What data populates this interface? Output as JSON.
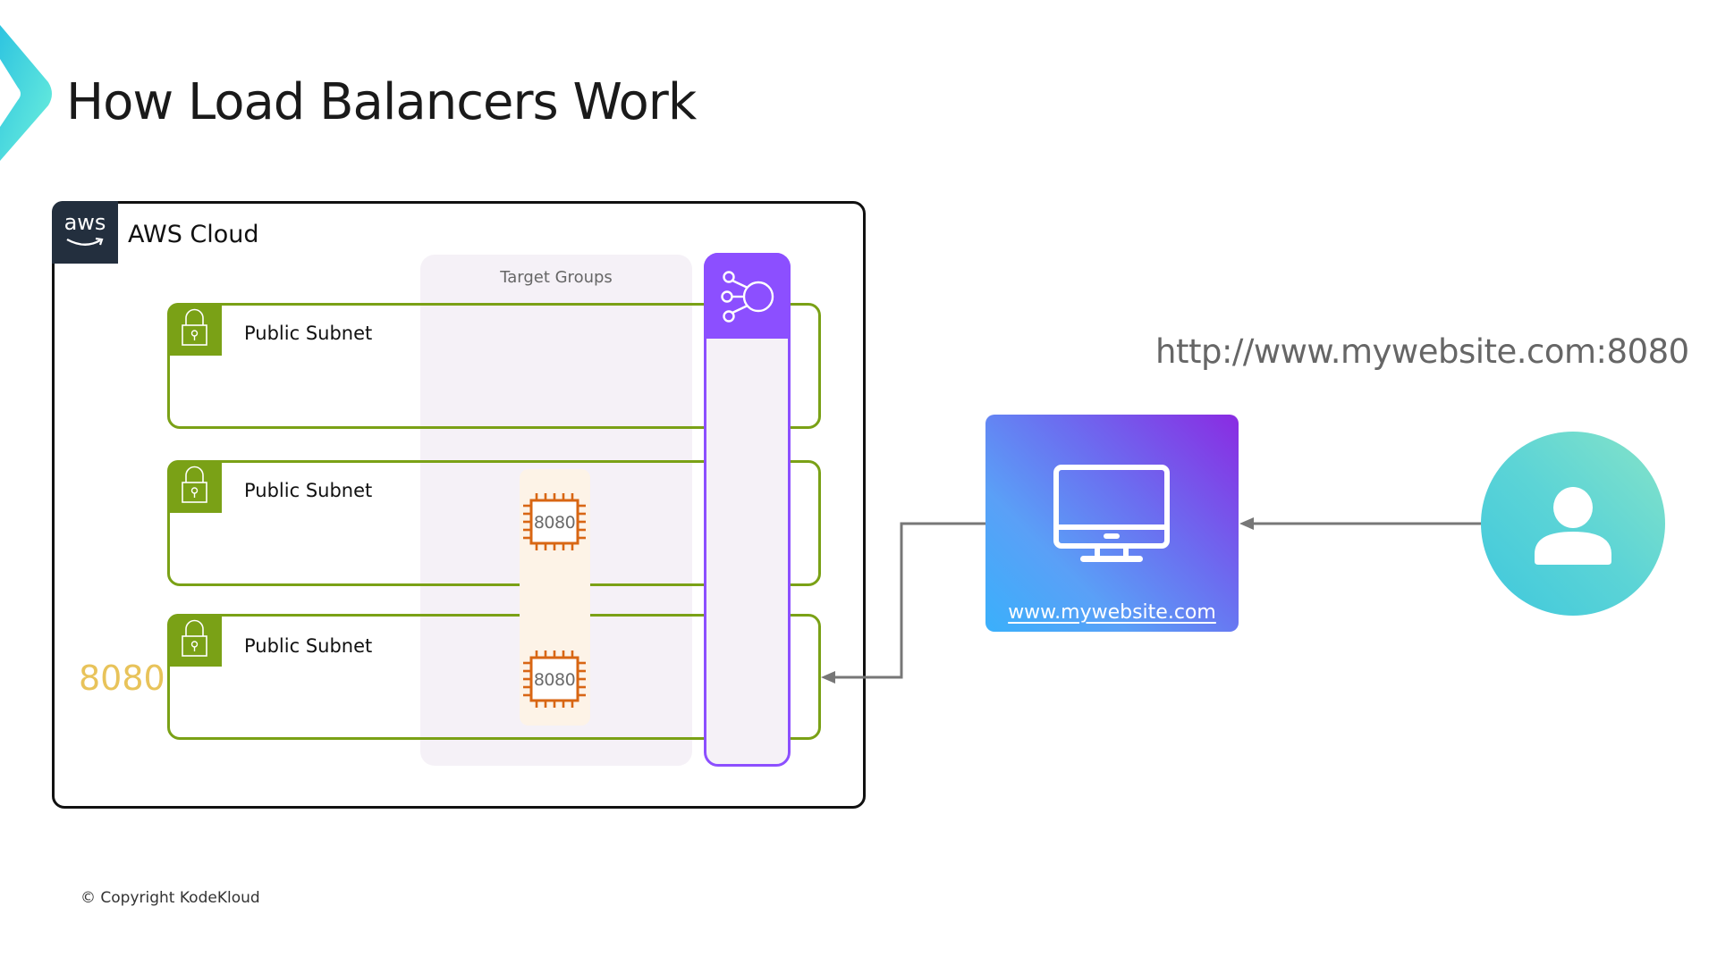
{
  "slide": {
    "title": "How Load Balancers Work",
    "copyright": "© Copyright KodeKloud"
  },
  "aws": {
    "logo_text": "aws",
    "cloud_label": "AWS Cloud",
    "target_groups_label": "Target Groups",
    "subnets": [
      {
        "label": "Public Subnet",
        "icon": "lock-icon"
      },
      {
        "label": "Public Subnet",
        "icon": "lock-icon"
      },
      {
        "label": "Public Subnet",
        "icon": "lock-icon"
      }
    ],
    "instances": [
      {
        "port": "8080",
        "subnet_index": 1,
        "icon": "ec2-chip-icon"
      },
      {
        "port": "8080",
        "subnet_index": 2,
        "icon": "ec2-chip-icon"
      }
    ],
    "port_annotation": "8080",
    "load_balancer": {
      "icon": "load-balancer-icon"
    }
  },
  "client": {
    "url": "http://www.mywebsite.com:8080",
    "website_label": "www.mywebsite.com",
    "website_icon": "monitor-icon",
    "user_icon": "user-icon"
  },
  "colors": {
    "subnet_green": "#7aa116",
    "lb_purple": "#8c4fff",
    "chip_orange": "#d86613",
    "port_yellow": "#e8c35a",
    "aws_dark": "#232f3e",
    "arrow_gray": "#777777"
  }
}
